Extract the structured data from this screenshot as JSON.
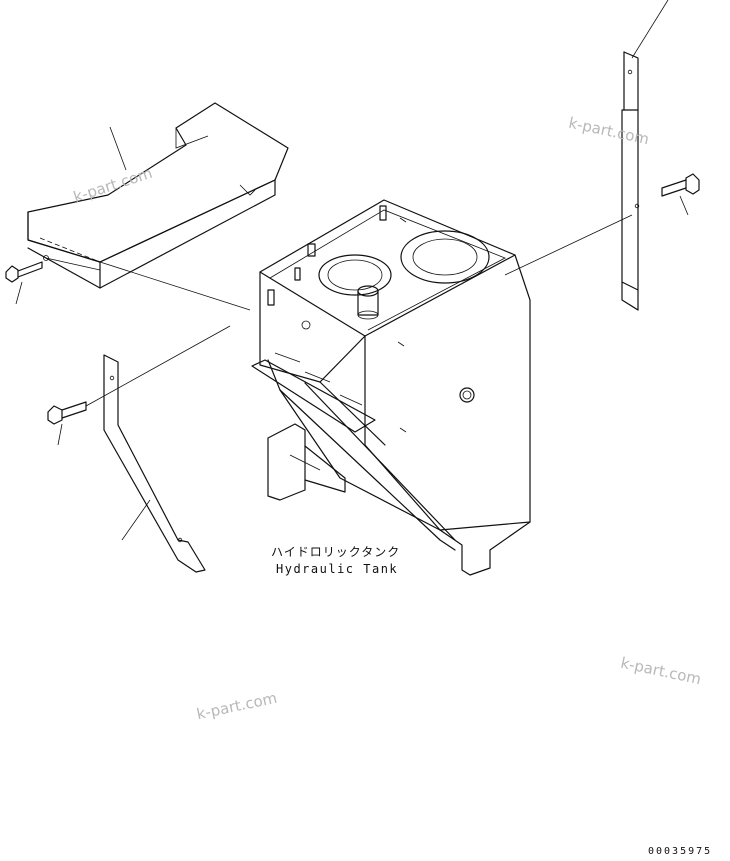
{
  "diagram": {
    "part_label_jp": "ハイドロリックタンク",
    "part_label_en": "Hydraulic Tank",
    "drawing_number": "00035975",
    "watermark_text": "k-part.com"
  }
}
